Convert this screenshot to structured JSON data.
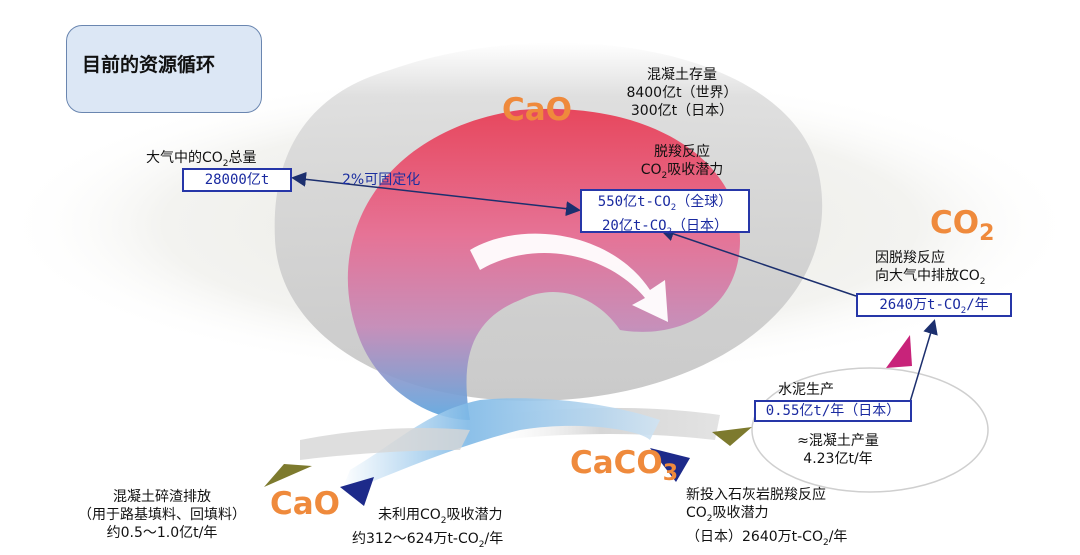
{
  "title": "目前的资源循环",
  "labels": {
    "cao_top": "CaO",
    "co2": "CO",
    "co2_sub": "2",
    "caco3": "CaCO",
    "caco3_sub": "3",
    "cao_bottom": "CaO"
  },
  "concrete_stock": {
    "line1": "混凝土存量",
    "line2": "8400亿t（世界）",
    "line3": "300亿t（日本）"
  },
  "atmosphere": {
    "label": "大气中的CO",
    "label_sub": "2",
    "label_tail": "总量",
    "value": "28000亿t"
  },
  "fixation_label": "2%可固定化",
  "decarb_absorb": {
    "line1": "脱羧反应",
    "line2_pre": "CO",
    "line2_sub": "2",
    "line2_post": "吸收潜力",
    "global_pre": "550亿t-CO",
    "global_sub": "2",
    "global_post": "（全球）",
    "japan_pre": "20亿t-CO",
    "japan_sub": "2",
    "japan_post": "（日本）"
  },
  "emission": {
    "line1": "因脱羧反应",
    "line2_pre": "向大气中排放CO",
    "line2_sub": "2",
    "value_pre": "2640万t-CO",
    "value_sub": "2",
    "value_post": "/年"
  },
  "cement": {
    "label": "水泥生产",
    "value": "0.55亿t/年（日本）",
    "concrete_line1": "≈混凝土产量",
    "concrete_line2": "4.23亿t/年"
  },
  "limestone": {
    "line1": "新投入石灰岩脱羧反应",
    "line2_pre": "CO",
    "line2_sub": "2",
    "line2_post": "吸收潜力",
    "line3_pre": "（日本）2640万t-CO",
    "line3_sub": "2",
    "line3_post": "/年"
  },
  "unused": {
    "line1_pre": "未利用CO",
    "line1_sub": "2",
    "line1_post": "吸收潜力",
    "line2_pre": "约312～624万t-CO",
    "line2_sub": "2",
    "line2_post": "/年"
  },
  "rubble": {
    "line1": "混凝土碎渣排放",
    "line2": "（用于路基填料、回填料）",
    "line3": "约0.5～1.0亿t/年"
  },
  "colors": {
    "box_border": "#2636a8",
    "orange": "#ef8a3c",
    "arrow": "#1c2f6e",
    "olive": "#7d7a2e",
    "magenta": "#c8237a",
    "navy": "#1d2a8a"
  }
}
